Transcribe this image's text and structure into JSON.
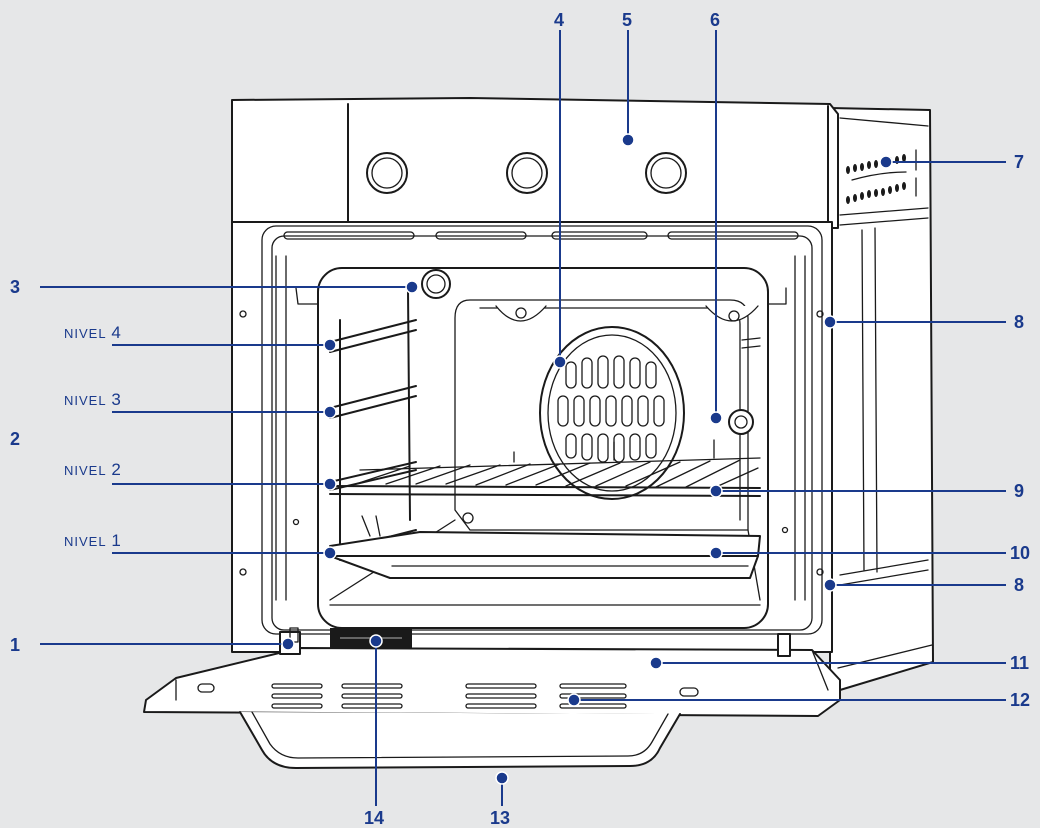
{
  "callouts": {
    "c1": "1",
    "c2": "2",
    "c3": "3",
    "c4": "4",
    "c5": "5",
    "c6": "6",
    "c7": "7",
    "c8a": "8",
    "c8b": "8",
    "c9": "9",
    "c10": "10",
    "c11": "11",
    "c12": "12",
    "c13": "13",
    "c14": "14"
  },
  "levels": [
    {
      "word": "NIVEL",
      "number": "4"
    },
    {
      "word": "NIVEL",
      "number": "3"
    },
    {
      "word": "NIVEL",
      "number": "2"
    },
    {
      "word": "NIVEL",
      "number": "1"
    }
  ],
  "colors": {
    "background": "#e6e7e8",
    "accent": "#1a3a8c",
    "outline": "#1a1a1a",
    "body": "#ffffff"
  }
}
